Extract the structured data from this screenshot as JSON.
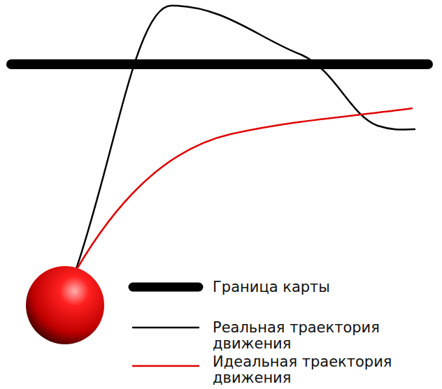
{
  "diagram": {
    "legend": [
      {
        "text": "Граница карты"
      },
      {
        "text": "Реальная траектория движения"
      },
      {
        "text": "Идеальная траектория движения"
      }
    ]
  }
}
